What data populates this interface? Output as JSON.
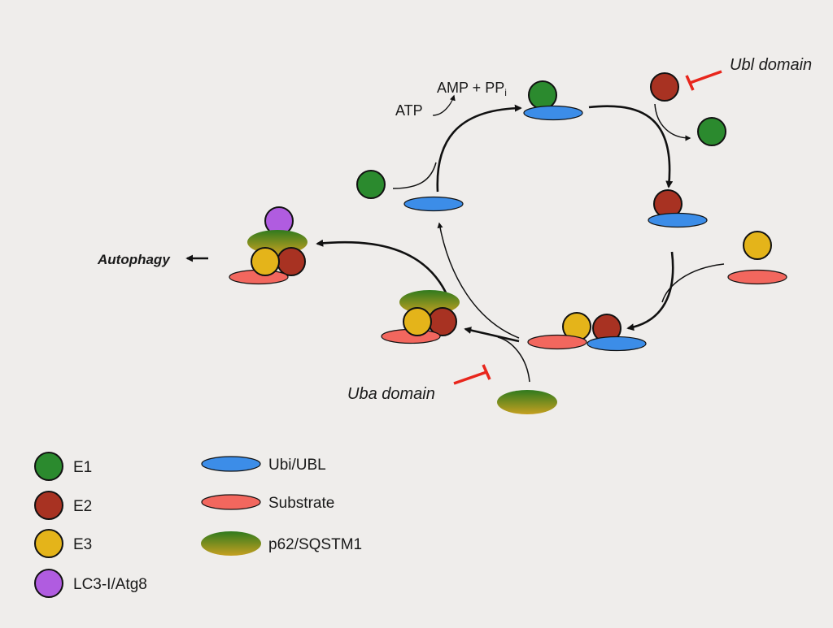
{
  "labels": {
    "atp": "ATP",
    "amp_pp": "AMP + PP",
    "amp_pp_sub": "i",
    "ubl_domain": "Ubl domain",
    "uba_domain": "Uba domain",
    "autophagy": "Autophagy"
  },
  "legend": {
    "proteins": [
      {
        "label": "E1",
        "color": "#2b8a2e"
      },
      {
        "label": "E2",
        "color": "#a83222"
      },
      {
        "label": "E3",
        "color": "#e4b41a"
      },
      {
        "label": "LC3-I/Atg8",
        "color": "#b05ce0"
      }
    ],
    "molecules": [
      {
        "label": "Ubi/UBL",
        "color": "#3c8de8"
      },
      {
        "label": "Substrate",
        "color": "#f2675e"
      },
      {
        "label": "p62/SQSTM1",
        "color_top": "#2f7a1e",
        "color_bottom": "#c5a020"
      }
    ]
  },
  "colors": {
    "e1": "#2b8a2e",
    "e2": "#a83222",
    "e3": "#e4b41a",
    "lc3": "#b05ce0",
    "ubi": "#3c8de8",
    "substrate": "#f2675e",
    "inhibitor": "#e8261c",
    "p62_top": "#2f7a1e",
    "p62_bottom": "#c5a020"
  }
}
